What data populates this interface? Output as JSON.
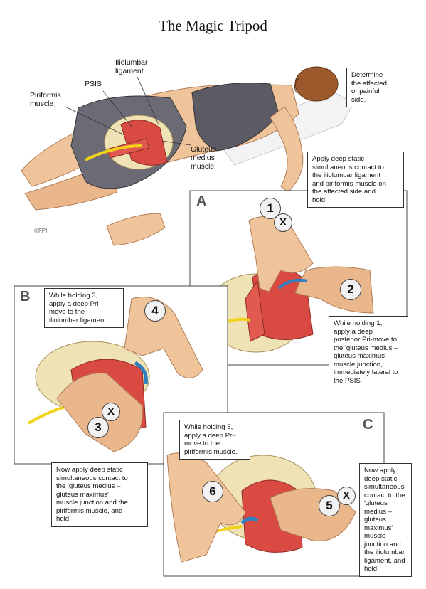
{
  "title": "The Magic Tripod",
  "labels": {
    "piriformis": "Piriformis\nmuscle",
    "psis": "PSIS",
    "iliolumbar": "Iliolumbar\nligament",
    "gluteus": "Gluteus\nmedius\nmuscle",
    "copyright": "©FPI"
  },
  "boxes": {
    "determine": "Determine\nthe affected\nor painful\nside.",
    "apply_contact": "Apply deep static\nsimultaneous contact to\nthe iliolumbar ligament\nand piriformis muscle on\nthe affected side and\nhold.",
    "holding1": "While holding 1,\napply a deep\nposterior Pri-move to\nthe 'gluteus medius –\ngluteus maximus'\nmuscle junction,\nimmediately lateral to\nthe PSIS",
    "holding3": "While holding 3,\napply a deep Pri-\nmove to the\niliolumbar ligament.",
    "now_apply_b": "Now apply deep static\nsimultaneous contact to\nthe 'gluteus medius –\ngluteus maximus'\nmuscle junction and the\npiriformis muscle, and\nhold.",
    "holding5": "While holding 5,\napply a deep Pri-\nmove to the\npiriformis muscle.",
    "now_apply_c": "Now apply\ndeep static\nsimultaneous\ncontact to the\n'gluteus\nmedius –\ngluteus\nmaximus'\nmuscle\njunction and\nthe iliolumbar\nligament, and\nhold."
  },
  "panels": {
    "a": "A",
    "b": "B",
    "c": "C"
  },
  "markers": {
    "n1": "1",
    "n2": "2",
    "n3": "3",
    "n4": "4",
    "n5": "5",
    "n6": "6",
    "x": "X"
  },
  "colors": {
    "skin": "#f0c49a",
    "skin_dark": "#d99a6c",
    "muscle": "#d84a42",
    "bone": "#efe2b4",
    "shorts": "#6c6a75",
    "nerve": "#f2d21b",
    "arrow": "#2e7fc2"
  }
}
